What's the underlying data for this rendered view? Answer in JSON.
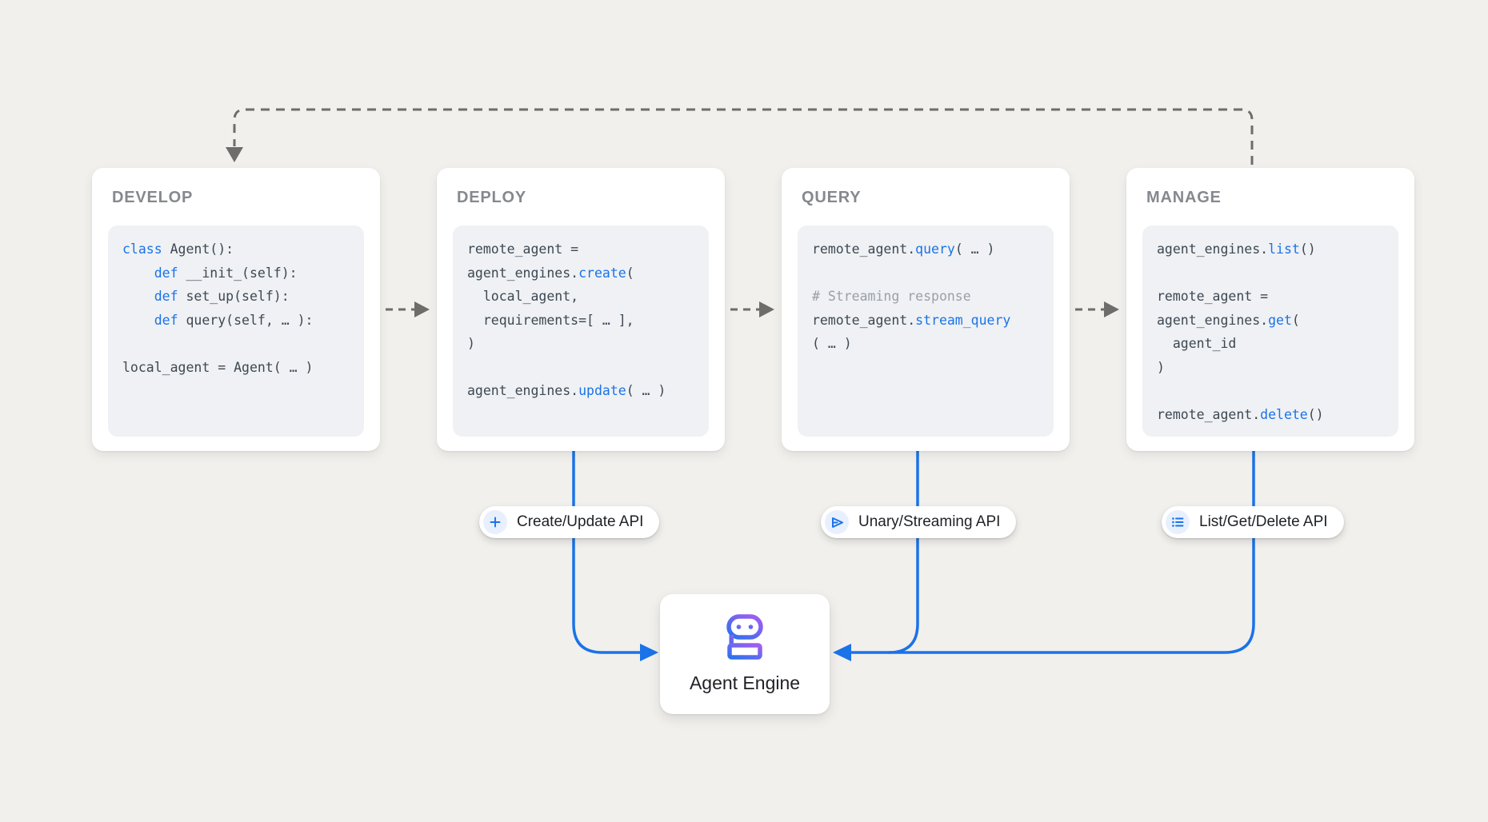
{
  "palette": {
    "background": "#f1f0ed",
    "accent_blue": "#1a73e8",
    "code_text": "#3d4853",
    "comment_gray": "#9aa0a6",
    "title_gray": "#85898e",
    "connector_gray": "#6d6d6b",
    "pill_icon_bg": "#e8f0fe",
    "robot_gradient": [
      "#a35eef",
      "#2b72f0"
    ]
  },
  "stages": [
    {
      "title": "DEVELOP",
      "code": [
        [
          [
            "k",
            "class"
          ],
          [
            "p",
            " Agent():"
          ]
        ],
        [
          [
            "p",
            "    "
          ],
          [
            "k",
            "def"
          ],
          [
            "p",
            " __init_(self):"
          ]
        ],
        [
          [
            "p",
            "    "
          ],
          [
            "k",
            "def"
          ],
          [
            "p",
            " set_up(self):"
          ]
        ],
        [
          [
            "p",
            "    "
          ],
          [
            "k",
            "def"
          ],
          [
            "p",
            " query(self, … ):"
          ]
        ],
        [],
        [
          [
            "p",
            "local_agent = Agent( … )"
          ]
        ]
      ]
    },
    {
      "title": "DEPLOY",
      "code": [
        [
          [
            "p",
            "remote_agent ="
          ]
        ],
        [
          [
            "p",
            "agent_engines."
          ],
          [
            "k",
            "create"
          ],
          [
            "p",
            "("
          ]
        ],
        [
          [
            "p",
            "  local_agent,"
          ]
        ],
        [
          [
            "p",
            "  requirements=[ … ],"
          ]
        ],
        [
          [
            "p",
            ")"
          ]
        ],
        [],
        [
          [
            "p",
            "agent_engines."
          ],
          [
            "k",
            "update"
          ],
          [
            "p",
            "( … )"
          ]
        ]
      ]
    },
    {
      "title": "QUERY",
      "code": [
        [
          [
            "p",
            "remote_agent."
          ],
          [
            "k",
            "query"
          ],
          [
            "p",
            "( … )"
          ]
        ],
        [],
        [
          [
            "c",
            "# Streaming response"
          ]
        ],
        [
          [
            "p",
            "remote_agent."
          ],
          [
            "k",
            "stream_query"
          ]
        ],
        [
          [
            "p",
            "( … )"
          ]
        ]
      ]
    },
    {
      "title": "MANAGE",
      "code": [
        [
          [
            "p",
            "agent_engines."
          ],
          [
            "k",
            "list"
          ],
          [
            "p",
            "()"
          ]
        ],
        [],
        [
          [
            "p",
            "remote_agent ="
          ]
        ],
        [
          [
            "p",
            "agent_engines."
          ],
          [
            "k",
            "get"
          ],
          [
            "p",
            "("
          ]
        ],
        [
          [
            "p",
            "  agent_id"
          ]
        ],
        [
          [
            "p",
            ")"
          ]
        ],
        [],
        [
          [
            "p",
            "remote_agent."
          ],
          [
            "k",
            "delete"
          ],
          [
            "p",
            "()"
          ]
        ]
      ]
    }
  ],
  "api_pills": [
    {
      "icon": "plus-icon",
      "label": "Create/Update API"
    },
    {
      "icon": "send-icon",
      "label": "Unary/Streaming API"
    },
    {
      "icon": "list-icon",
      "label": "List/Get/Delete API"
    }
  ],
  "engine": {
    "icon": "robot-icon",
    "label": "Agent Engine"
  }
}
